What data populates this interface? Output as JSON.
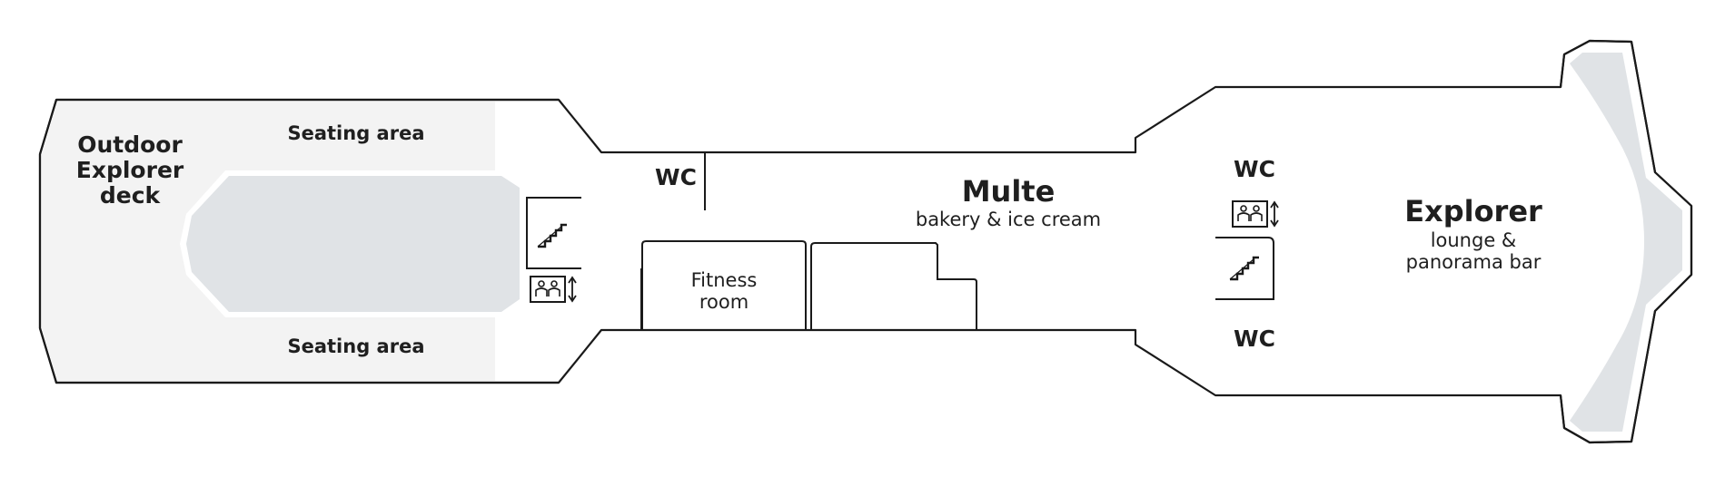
{
  "colors": {
    "outline": "#1a1a1a",
    "deck_fill": "#f3f3f3",
    "pool_fill": "#e0e3e6",
    "background": "#ffffff"
  },
  "areas": {
    "outdoor_deck": {
      "line1": "Outdoor",
      "line2": "Explorer",
      "line3": "deck"
    },
    "seating_top": "Seating area",
    "seating_bottom": "Seating area",
    "wc_mid": "WC",
    "fitness": {
      "line1": "Fitness",
      "line2": "room"
    },
    "multe": {
      "title": "Multe",
      "subtitle": "bakery & ice cream"
    },
    "wc_right_top": "WC",
    "wc_right_bottom": "WC",
    "explorer": {
      "title": "Explorer",
      "line1": "lounge &",
      "line2": "panorama bar"
    }
  },
  "icons": [
    "stairs-icon",
    "elevator-icon"
  ]
}
